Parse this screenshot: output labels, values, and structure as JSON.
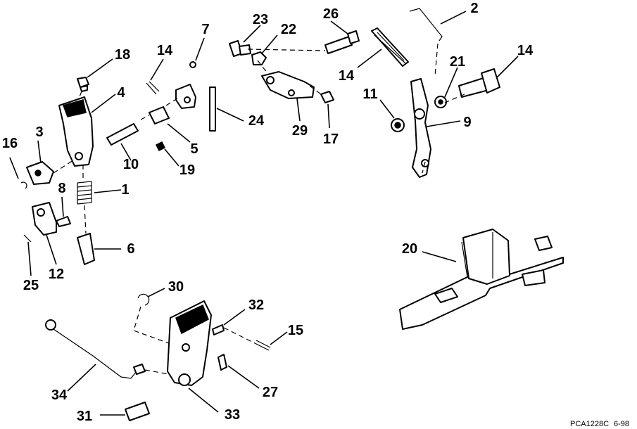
{
  "callouts": [
    "2",
    "14",
    "21",
    "11",
    "9",
    "23",
    "22",
    "26",
    "14",
    "29",
    "17",
    "7",
    "14",
    "18",
    "4",
    "3",
    "16",
    "10",
    "5",
    "24",
    "19",
    "8",
    "1",
    "6",
    "12",
    "25",
    "20",
    "30",
    "32",
    "15",
    "27",
    "34",
    "31",
    "33"
  ],
  "caption": {
    "code": "PCA1228C",
    "date": "6-98"
  }
}
